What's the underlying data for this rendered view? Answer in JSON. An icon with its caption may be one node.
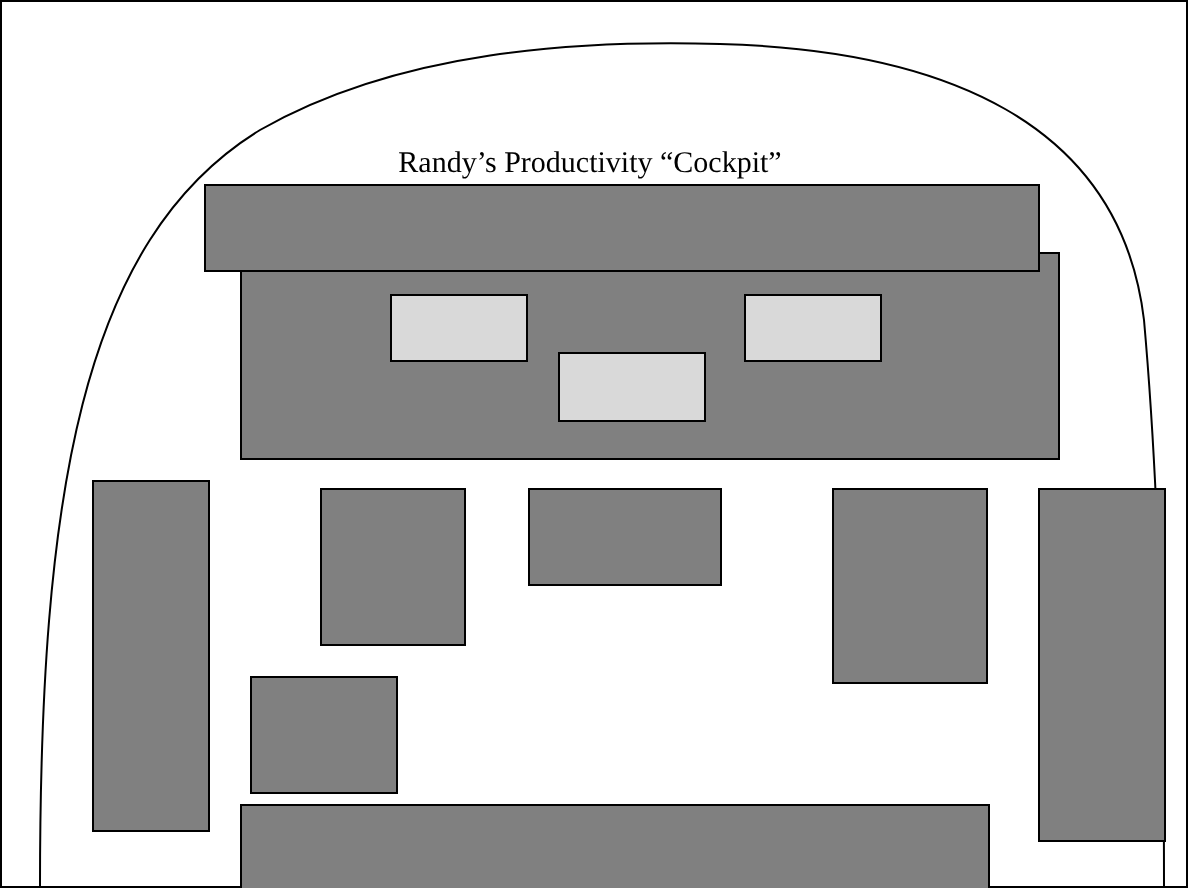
{
  "diagram": {
    "title": "Randy’s Productivity “Cockpit”",
    "nodes": [
      {
        "text": [],
        "shape": "box"
      },
      {
        "text": [],
        "shape": "box"
      },
      {
        "text": [],
        "shape": "box",
        "in": 1
      },
      {
        "text": [],
        "shape": "box",
        "in": 1
      },
      {
        "text": [],
        "shape": "box",
        "in": 1
      },
      {
        "text": [],
        "shape": "box"
      },
      {
        "text": [],
        "shape": "box"
      },
      {
        "text": [],
        "shape": "box"
      },
      {
        "text": [],
        "shape": "box"
      },
      {
        "text": [],
        "shape": "box"
      },
      {
        "text": [],
        "shape": "box"
      },
      {
        "text": [],
        "shape": "box"
      }
    ]
  }
}
